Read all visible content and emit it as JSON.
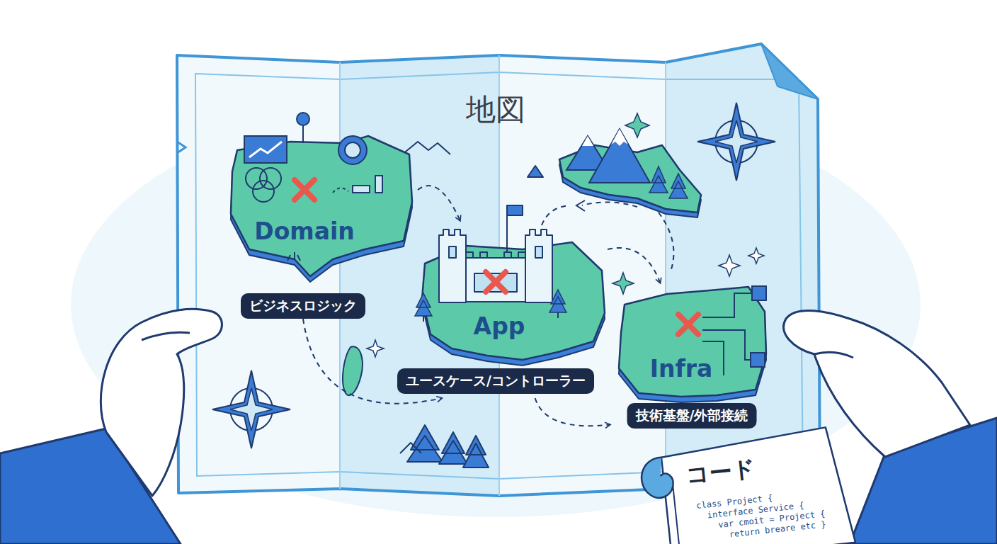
{
  "diagram": {
    "title": "地図",
    "nodes": [
      {
        "text": [
          "Domain",
          "ビジネスロジック"
        ]
      },
      {
        "text": [
          "App",
          "ユースケース/コントローラー"
        ]
      },
      {
        "text": [
          "Infra",
          "技術基盤/外部接続"
        ]
      },
      {
        "text": [
          "コード",
          "class Project {",
          "interface Service {",
          "var cmoit = Project {",
          "return breare etc }"
        ]
      }
    ],
    "edges": [
      {
        "from": 0,
        "to": 1,
        "arrow": "to"
      },
      {
        "from": 0,
        "to": 1,
        "arrow": "to"
      },
      {
        "from": 1,
        "to": 2,
        "arrow": "to"
      },
      {
        "from": 1,
        "to": 2,
        "arrow": "to"
      }
    ]
  }
}
